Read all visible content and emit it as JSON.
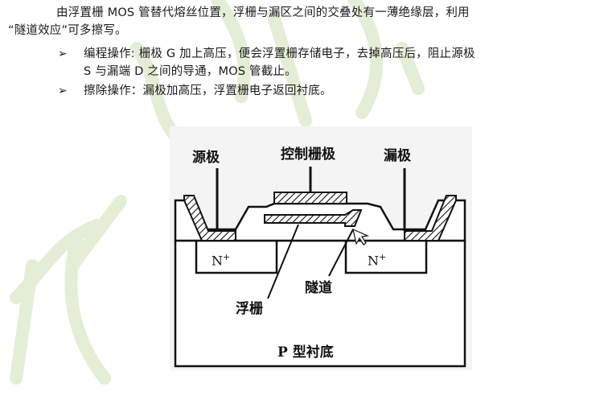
{
  "document": {
    "intro_line1": "由浮置栅 MOS 管替代熔丝位置，浮栅与漏区之间的交叠处有一薄绝缘层，利用",
    "intro_line2": "“隧道效应”可多擦写。",
    "bullet_marker": "➢",
    "bullet1_line1": "编程操作: 栅极 G 加上高压，便会浮置栅存储电子，去掉高压后，阻止源极",
    "bullet1_line2": "S 与漏端 D 之间的导通，MOS 管截止。",
    "bullet2_line1": "擦除操作：漏极加高压，浮置栅电子返回衬底。"
  },
  "figure": {
    "label_source": "源极",
    "label_control_gate": "控制栅极",
    "label_drain": "漏极",
    "label_n_left": "N",
    "label_n_right": "N",
    "label_n_superscript": "+",
    "label_tunnel": "隧道",
    "label_floating_gate": "浮栅",
    "label_substrate": "P 型衬底"
  },
  "watermark": {
    "color": "#dfeccf"
  }
}
